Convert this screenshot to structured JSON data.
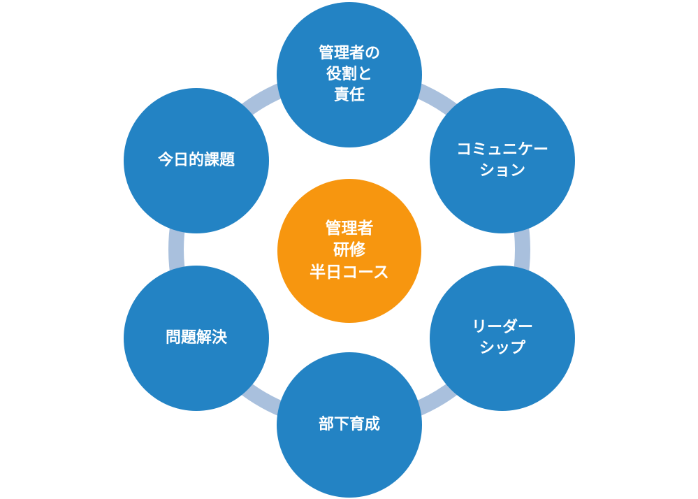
{
  "colors": {
    "ring": "#a9c0dd",
    "outer_node": "#2383c4",
    "center_node": "#f7960f",
    "text": "#ffffff"
  },
  "diagram": {
    "center": {
      "lines": [
        "管理者",
        "研修",
        "半日コース"
      ]
    },
    "nodes": [
      {
        "id": "roles",
        "lines": [
          "管理者の",
          "役割と",
          "責任"
        ]
      },
      {
        "id": "communication",
        "lines": [
          "コミュニケー",
          "ション"
        ]
      },
      {
        "id": "leadership",
        "lines": [
          "リーダー",
          "シップ"
        ]
      },
      {
        "id": "subordinate-development",
        "lines": [
          "部下育成"
        ]
      },
      {
        "id": "problem-solving",
        "lines": [
          "問題解決"
        ]
      },
      {
        "id": "todays-issues",
        "lines": [
          "今日的課題"
        ]
      }
    ]
  }
}
